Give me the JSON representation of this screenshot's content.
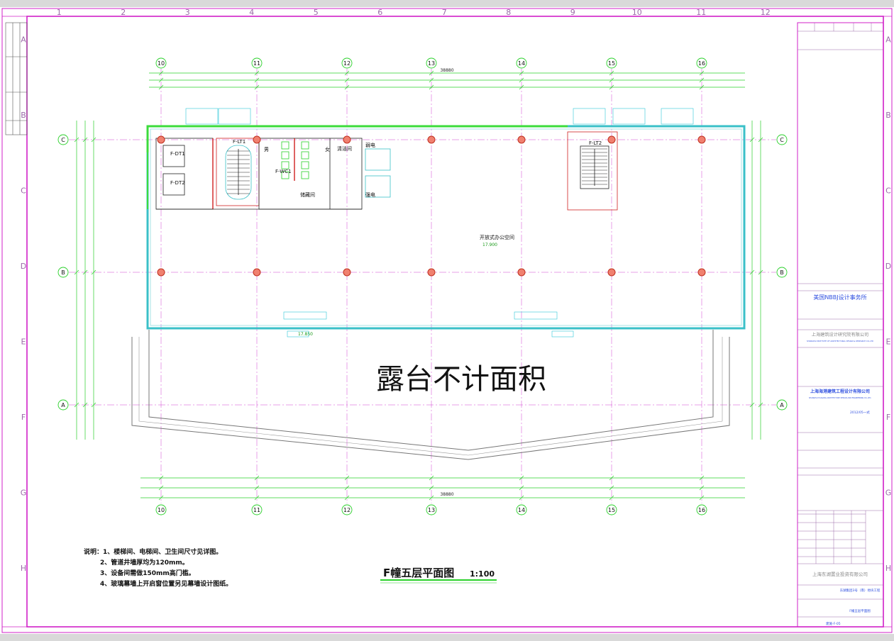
{
  "drawing": {
    "watermark": "露台不计面积",
    "title": "F幢五层平面图",
    "scale": "1:100",
    "notes": [
      "说明：1、楼梯间、电梯间、卫生间尺寸见详图。",
      "2、管道井墙厚均为120mm。",
      "3、设备间需做150mm高门槛。",
      "4、玻璃幕墙上开启窗位置另见幕墙设计图纸。"
    ],
    "col_axes": [
      "10",
      "11",
      "12",
      "13",
      "14",
      "15",
      "16"
    ],
    "row_axes": [
      "C",
      "B",
      "A"
    ],
    "frame_cols": [
      "1",
      "2",
      "3",
      "4",
      "5",
      "6",
      "7",
      "8",
      "9",
      "10",
      "11",
      "12"
    ],
    "frame_rows": [
      "A",
      "B",
      "C",
      "D",
      "E",
      "F",
      "G",
      "H"
    ],
    "top_total_dim": "38880",
    "bottom_total_dim": "38880",
    "rooms": {
      "dt1": "F-DT1",
      "dt2": "F-DT2",
      "lt1": "F-LT1",
      "lt2": "F-LT2",
      "wc": "F-WC1",
      "office": "开放式办公空间",
      "clean": "清洁间",
      "elec1": "弱电",
      "elec2": "强电",
      "equip": "储藏间",
      "male": "男",
      "female": "女"
    },
    "levels": {
      "office": "17.900",
      "terrace": "17.850"
    }
  },
  "title_block": {
    "designer": "美国NBBJ设计事务所",
    "partner": "上海建筑设计研究院有限公司",
    "partner_en": "SHANGHAI INSTITUTE OF ARCHITECTURAL DESIGN & RESEARCH CO.,LTD",
    "company": "上海海港建筑工程设计有限公司",
    "company_en": "SHANGHAI HAIGANG ARCHITECTURE DESIGN AND ENGINEERING CO.,LTD.",
    "cert_date": "2012/05一式",
    "client": "上海东湖置业投资有限公司",
    "project": "东湖集团3号（南）地块工程",
    "sheet_name": "F幢五层平面图",
    "sheet_no": "建施-F-05"
  }
}
